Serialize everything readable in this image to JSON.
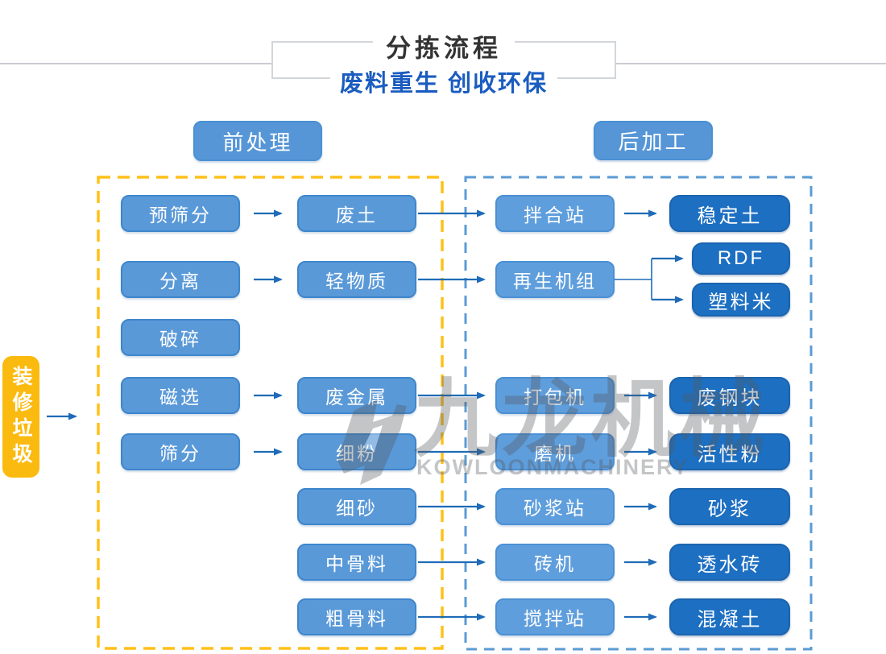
{
  "title": {
    "main": "分拣流程",
    "subtitle": "废料重生 创收环保"
  },
  "section_headers": {
    "pre": "前处理",
    "post": "后加工"
  },
  "source": {
    "label": "装修垃圾"
  },
  "flow": {
    "col1": [
      "预筛分",
      "分离",
      "破碎",
      "磁选",
      "筛分"
    ],
    "col2": [
      "废土",
      "轻物质",
      "废金属",
      "细粉",
      "细砂",
      "中骨料",
      "粗骨料"
    ],
    "col3": [
      "拌合站",
      "再生机组",
      "打包机",
      "磨机",
      "砂浆站",
      "砖机",
      "搅拌站"
    ],
    "col4": [
      "稳定土",
      "RDF",
      "塑料米",
      "废钢块",
      "活性粉",
      "砂浆",
      "透水砖",
      "混凝土"
    ]
  },
  "edges": [
    [
      "装修垃圾",
      "前处理"
    ],
    [
      "预筛分",
      "废土"
    ],
    [
      "废土",
      "拌合站"
    ],
    [
      "拌合站",
      "稳定土"
    ],
    [
      "分离",
      "轻物质"
    ],
    [
      "轻物质",
      "再生机组"
    ],
    [
      "再生机组",
      "RDF"
    ],
    [
      "再生机组",
      "塑料米"
    ],
    [
      "磁选",
      "废金属"
    ],
    [
      "废金属",
      "打包机"
    ],
    [
      "打包机",
      "废钢块"
    ],
    [
      "筛分",
      "细粉"
    ],
    [
      "细粉",
      "磨机"
    ],
    [
      "磨机",
      "活性粉"
    ],
    [
      "细砂",
      "砂浆站"
    ],
    [
      "砂浆站",
      "砂浆"
    ],
    [
      "中骨料",
      "砖机"
    ],
    [
      "砖机",
      "透水砖"
    ],
    [
      "粗骨料",
      "搅拌站"
    ],
    [
      "搅拌站",
      "混凝土"
    ]
  ],
  "watermark": {
    "cn": "九龙机械",
    "en": "KOWLOONMACHINERY"
  },
  "colors": {
    "node_blue": "#5A99D8",
    "node_blue_border": "#3E86CC",
    "node_mid_blue": "#5F9EDC",
    "node_dark_blue": "#1D6FC2",
    "source_yellow": "#FBBA10",
    "dash_yellow": "#FFC01A",
    "dash_blue": "#5B9BD5",
    "arrow_blue": "#1F6BB7",
    "subtitle_blue": "#1A5CC0",
    "title_gray": "#333333"
  }
}
